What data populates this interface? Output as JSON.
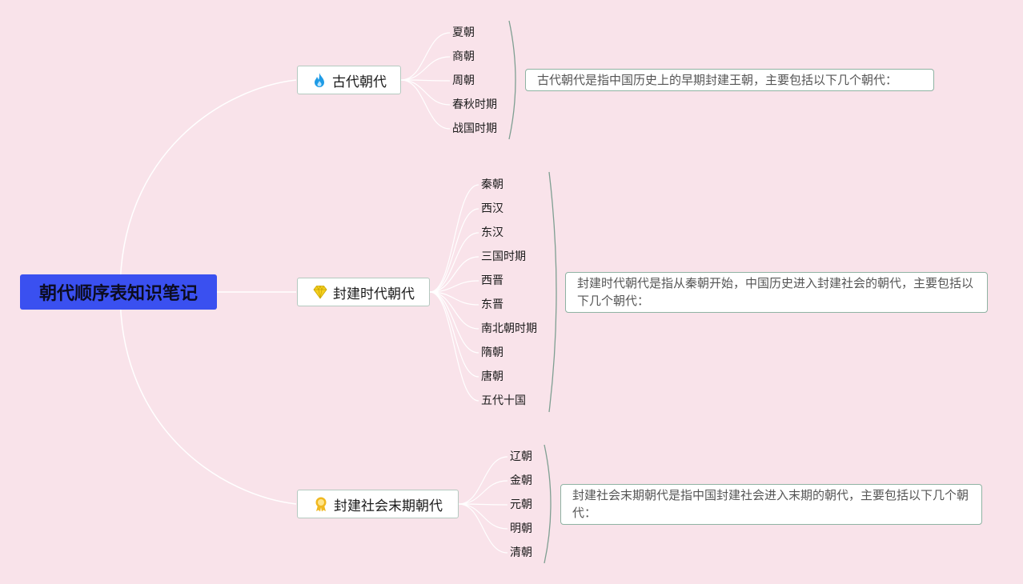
{
  "root": {
    "label": "朝代顺序表知识笔记"
  },
  "branches": [
    {
      "label": "古代朝代",
      "icon": "flame-icon",
      "icon_color": "#1e9be6",
      "items": [
        "夏朝",
        "商朝",
        "周朝",
        "春秋时期",
        "战国时期"
      ],
      "note": "古代朝代是指中国历史上的早期封建王朝，主要包括以下几个朝代："
    },
    {
      "label": "封建时代朝代",
      "icon": "diamond-icon",
      "icon_color": "#f5d020",
      "items": [
        "秦朝",
        "西汉",
        "东汉",
        "三国时期",
        "西晋",
        "东晋",
        "南北朝时期",
        "隋朝",
        "唐朝",
        "五代十国"
      ],
      "note": "封建时代朝代是指从秦朝开始，中国历史进入封建社会的朝代，主要包括以下几个朝代："
    },
    {
      "label": "封建社会末期朝代",
      "icon": "award-ribbon-icon",
      "icon_color": "#f0b820",
      "items": [
        "辽朝",
        "金朝",
        "元朝",
        "明朝",
        "清朝"
      ],
      "note": "封建社会末期朝代是指中国封建社会进入末期的朝代，主要包括以下几个朝代："
    }
  ],
  "colors": {
    "background": "#f9e3ea",
    "root_fill": "#3a50f0",
    "connector": "#ffffff",
    "brace": "#7f9f92"
  }
}
